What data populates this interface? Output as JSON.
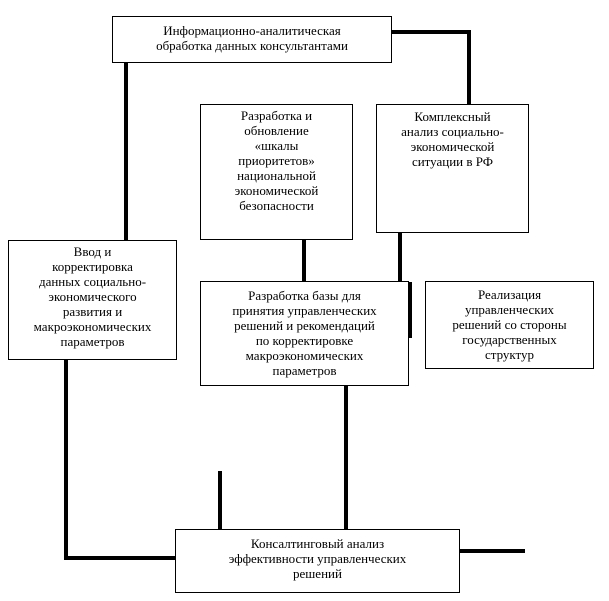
{
  "diagram": {
    "boxes": {
      "info_analytic": {
        "lines": [
          "Информационно-аналитическая",
          "обработка данных консультантами"
        ]
      },
      "scale_priorities": {
        "lines": [
          "Разработка и",
          "обновление",
          "«шкалы",
          "приоритетов»",
          "национальной",
          "экономической",
          "безопасности"
        ]
      },
      "complex_analysis": {
        "lines": [
          "Комплексный",
          "анализ социально-",
          "экономической",
          "ситуации в РФ"
        ]
      },
      "data_input": {
        "lines": [
          "Ввод и",
          "корректировка",
          "данных социально-",
          "экономического",
          "развития и",
          "макроэкономических",
          "параметров"
        ]
      },
      "decision_base": {
        "lines": [
          "Разработка базы для",
          "принятия управленческих",
          "решений и рекомендаций",
          "по корректировке",
          "макроэкономических",
          "параметров"
        ]
      },
      "implementation": {
        "lines": [
          "Реализация",
          "управленческих",
          "решений со стороны",
          "государственных",
          "структур"
        ]
      },
      "consulting_analysis": {
        "lines": [
          "Консалтинговый анализ",
          "эффективности управленческих",
          "решений"
        ]
      }
    },
    "colors": {
      "line": "#000000",
      "border": "#000000",
      "background": "#ffffff"
    }
  }
}
